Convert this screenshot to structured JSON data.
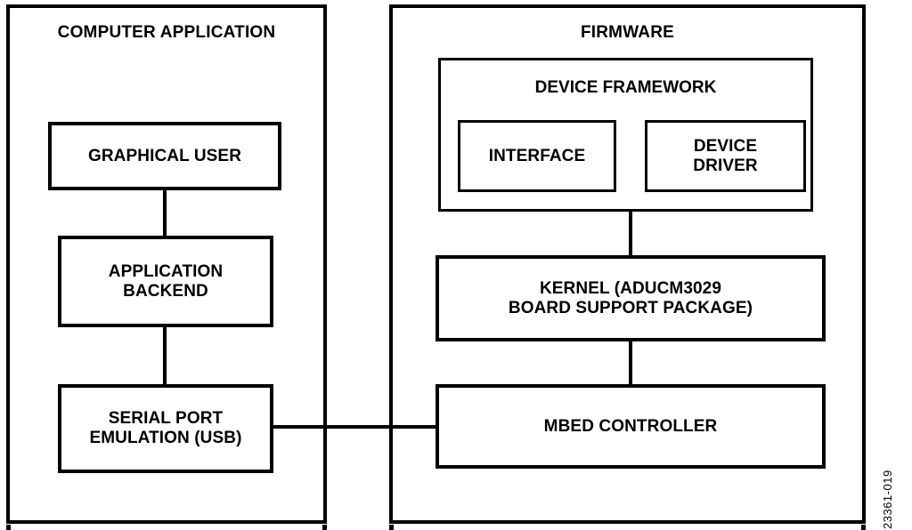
{
  "diagram": {
    "figure_id": "23361-019",
    "colors": {
      "stroke": "#000000",
      "background": "#ffffff",
      "text": "#000000"
    },
    "panels": [
      {
        "id": "computer-application",
        "title": "COMPUTER APPLICATION",
        "boxes": [
          {
            "id": "graphical-user",
            "label": "GRAPHICAL USER"
          },
          {
            "id": "application-backend",
            "label": "APPLICATION\nBACKEND"
          },
          {
            "id": "serial-port-emulation",
            "label": "SERIAL PORT\nEMULATION (USB)"
          }
        ]
      },
      {
        "id": "firmware",
        "title": "FIRMWARE",
        "group": {
          "id": "device-framework",
          "label": "DEVICE FRAMEWORK",
          "boxes": [
            {
              "id": "interface",
              "label": "INTERFACE"
            },
            {
              "id": "device-driver",
              "label": "DEVICE\nDRIVER"
            }
          ]
        },
        "boxes": [
          {
            "id": "kernel",
            "label": "KERNEL (ADUCM3029\nBOARD SUPPORT PACKAGE)"
          },
          {
            "id": "mbed-controller",
            "label": "MBED CONTROLLER"
          }
        ]
      }
    ],
    "connections": [
      {
        "from": "graphical-user",
        "to": "application-backend",
        "orientation": "vertical"
      },
      {
        "from": "application-backend",
        "to": "serial-port-emulation",
        "orientation": "vertical"
      },
      {
        "from": "device-framework",
        "to": "kernel",
        "orientation": "vertical"
      },
      {
        "from": "kernel",
        "to": "mbed-controller",
        "orientation": "vertical"
      },
      {
        "from": "serial-port-emulation",
        "to": "mbed-controller",
        "orientation": "horizontal"
      }
    ]
  }
}
